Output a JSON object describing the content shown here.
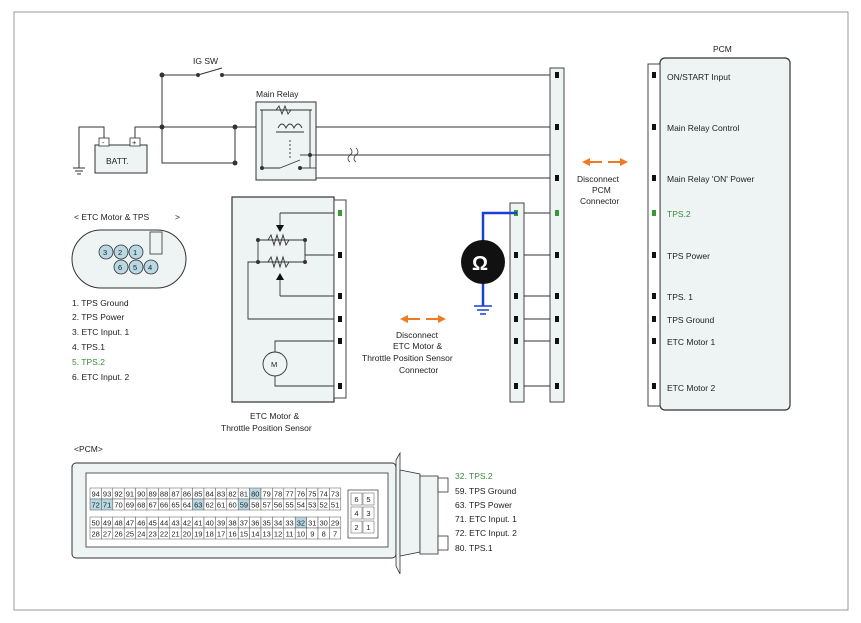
{
  "switch": {
    "label": "IG SW"
  },
  "battery": {
    "label": "BATT.",
    "neg": "-",
    "pos": "+"
  },
  "main_relay": {
    "label": "Main Relay"
  },
  "pcm": {
    "title": "PCM",
    "pins": [
      "ON/START Input",
      "Main Relay Control",
      "Main Relay 'ON' Power",
      "TPS.2",
      "TPS Power",
      "TPS. 1",
      "TPS Ground",
      "ETC Motor 1",
      "ETC Motor 2"
    ]
  },
  "disconnect_pcm": {
    "lines": [
      "Disconnect",
      "PCM",
      "Connector"
    ]
  },
  "disconnect_etc": {
    "lines": [
      "Disconnect",
      "ETC Motor &",
      "Throttle Position Sensor",
      "Connector"
    ]
  },
  "etc_connector": {
    "title_left": "< ETC Motor & TPS",
    "title_right": ">",
    "pin_numbers": [
      "3",
      "2",
      "1",
      "6",
      "5",
      "4"
    ],
    "pins": [
      "1. TPS Ground",
      "2. TPS Power",
      "3. ETC Input. 1",
      "4. TPS.1",
      "5. TPS.2",
      "6. ETC Input. 2"
    ]
  },
  "etc_component": {
    "lines": [
      "ETC Motor &",
      "Throttle Position Sensor"
    ],
    "motor": "M"
  },
  "meter": {
    "symbol": "Ω"
  },
  "pcm_connector": {
    "title": "<PCM>",
    "row1": [
      "94",
      "93",
      "92",
      "91",
      "90",
      "89",
      "88",
      "87",
      "86",
      "85",
      "84",
      "83",
      "82",
      "81",
      "80",
      "79",
      "78",
      "77",
      "76",
      "75",
      "74",
      "73"
    ],
    "row2": [
      "72",
      "71",
      "70",
      "69",
      "68",
      "67",
      "66",
      "65",
      "64",
      "63",
      "62",
      "61",
      "60",
      "59",
      "58",
      "57",
      "56",
      "55",
      "54",
      "53",
      "52",
      "51"
    ],
    "row3": [
      "50",
      "49",
      "48",
      "47",
      "46",
      "45",
      "44",
      "43",
      "42",
      "41",
      "40",
      "39",
      "38",
      "37",
      "36",
      "35",
      "34",
      "33",
      "32",
      "31",
      "30",
      "29"
    ],
    "row4": [
      "28",
      "27",
      "26",
      "25",
      "24",
      "23",
      "22",
      "21",
      "20",
      "19",
      "18",
      "17",
      "16",
      "15",
      "14",
      "13",
      "12",
      "11",
      "10",
      "9",
      "8",
      "7"
    ],
    "small": [
      "6",
      "5",
      "4",
      "3",
      "2",
      "1"
    ],
    "pins": [
      "32. TPS.2",
      "59. TPS Ground",
      "63.    TPS Power",
      "71. ETC Input. 1",
      "72. ETC Input. 2",
      "80. TPS.1"
    ]
  },
  "colors": {
    "highlight_pin": "#b8d8e4",
    "wire_blue": "#1a3fd6",
    "arrow": "#f07a22",
    "green_pin": "#3a9a3a"
  }
}
